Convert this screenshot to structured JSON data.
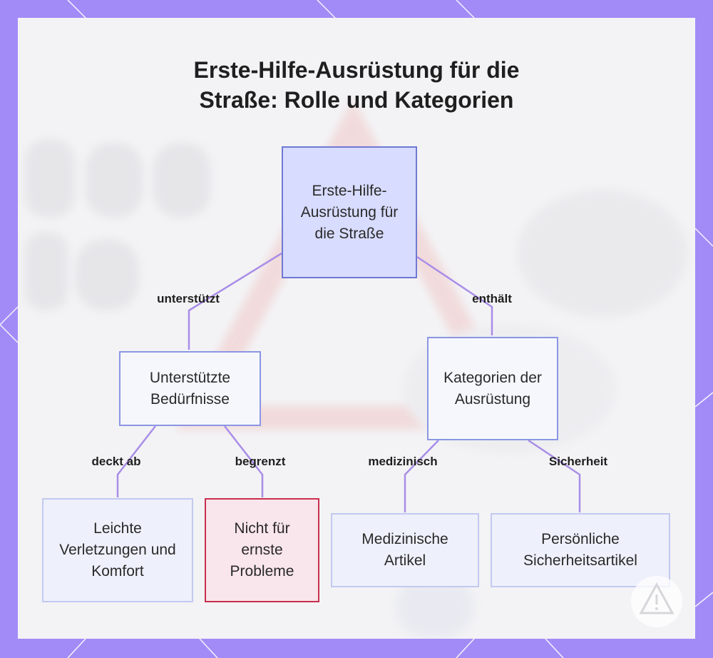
{
  "title": {
    "line1": "Erste-Hilfe-Ausrüstung für die",
    "line2": "Straße: Rolle und Kategorien"
  },
  "colors": {
    "frame": "#a28bf7",
    "card": "#f3f3f5",
    "edge": "#a98de8",
    "root_fill": "#d8dcfe",
    "root_border": "#6e79d4",
    "warn_border": "#c8304e"
  },
  "nodes": {
    "root": "Erste-Hilfe-Ausrüstung für die Straße",
    "supported_needs": "Unterstützte Bedürfnisse",
    "categories": "Kategorien der Ausrüstung",
    "minor_injuries": "Leichte Verletzungen und Komfort",
    "not_serious": "Nicht für ernste Probleme",
    "medical_items": "Medizinische Artikel",
    "safety_items": "Persönliche Sicherheitsartikel"
  },
  "edges": {
    "supports": "unterstützt",
    "contains": "enthält",
    "covers": "deckt ab",
    "limits": "begrenzt",
    "medical": "medizinisch",
    "safety": "Sicherheit"
  },
  "icons": {
    "watermark": "warning-triangle-icon"
  }
}
